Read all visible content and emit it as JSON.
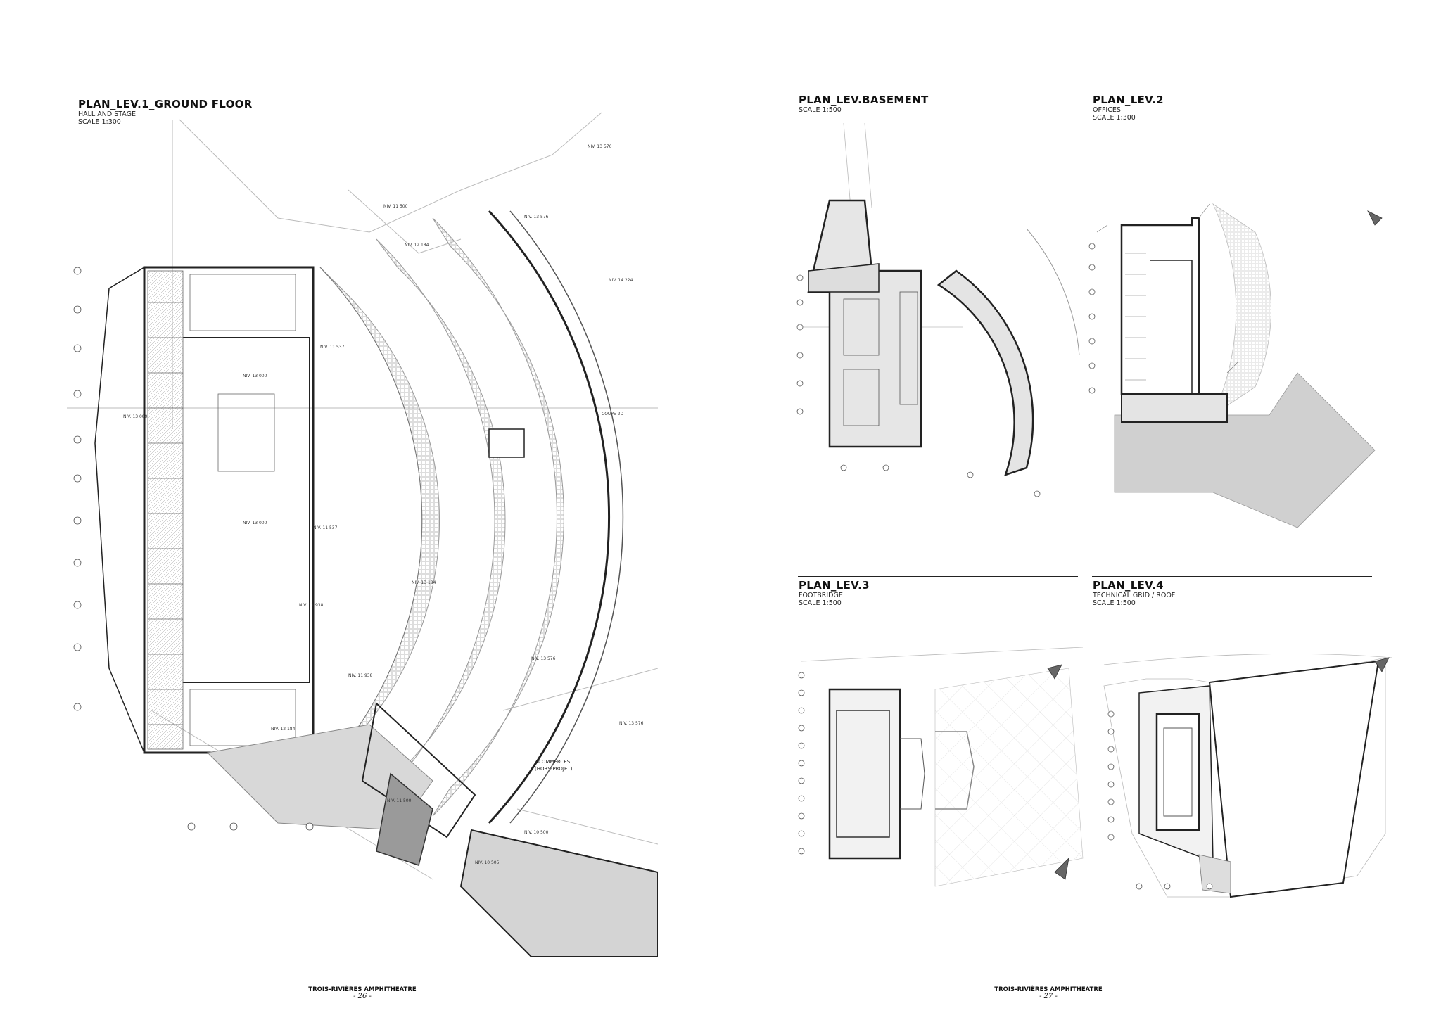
{
  "left_page": {
    "title": "PLAN_LEV.1_GROUND FLOOR",
    "subtitle": "HALL AND STAGE",
    "scale": "SCALE 1:300",
    "footer": {
      "project": "TROIS-RIVIÈRES AMPHITHEATRE",
      "page": "- 26 -"
    },
    "labels": {
      "niv_13576_top": "NIV. 13 576",
      "niv_11500_top": "NIV. 11 500",
      "niv_13576_b": "NIV. 13 576",
      "niv_12184": "NIV. 12 184",
      "niv_14224": "NIV. 14 224",
      "niv_11537": "NIV. 11 537",
      "niv_13000": "NIV. 13 000",
      "niv_13000_stage": "NIV. 13 000",
      "coupe": "COUPE 2D",
      "niv_11537_b": "NIV. 11 537",
      "niv_13000_b": "NIV. 13 000",
      "niv_13184": "NIV. 13 184",
      "niv_11938": "NIV. 11 938",
      "niv_11938_b": "NIV. 11 938",
      "niv_13576_c": "NIV. 13 576",
      "niv_13576_d": "NIV. 13 576",
      "niv_12184_b": "NIV. 12 184",
      "commerces": "COMMERCES",
      "hors_projet": "(HORS-PROJET)",
      "niv_11500_b": "NIV. 11 500",
      "niv_10500": "NIV. 10 500",
      "niv_10505": "NIV. 10 505"
    }
  },
  "right_page": {
    "basement": {
      "title": "PLAN_LEV.BASEMENT",
      "scale": "SCALE 1:500"
    },
    "lev2": {
      "title": "PLAN_LEV.2",
      "subtitle": "OFFICES",
      "scale": "SCALE 1:300"
    },
    "lev3": {
      "title": "PLAN_LEV.3",
      "subtitle": "FOOTBRIDGE",
      "scale": "SCALE 1:500"
    },
    "lev4": {
      "title": "PLAN_LEV.4",
      "subtitle": "TECHNICAL GRID / ROOF",
      "scale": "SCALE 1:500"
    },
    "footer": {
      "project": "TROIS-RIVIÈRES AMPHITHEATRE",
      "page": "- 27 -"
    }
  }
}
